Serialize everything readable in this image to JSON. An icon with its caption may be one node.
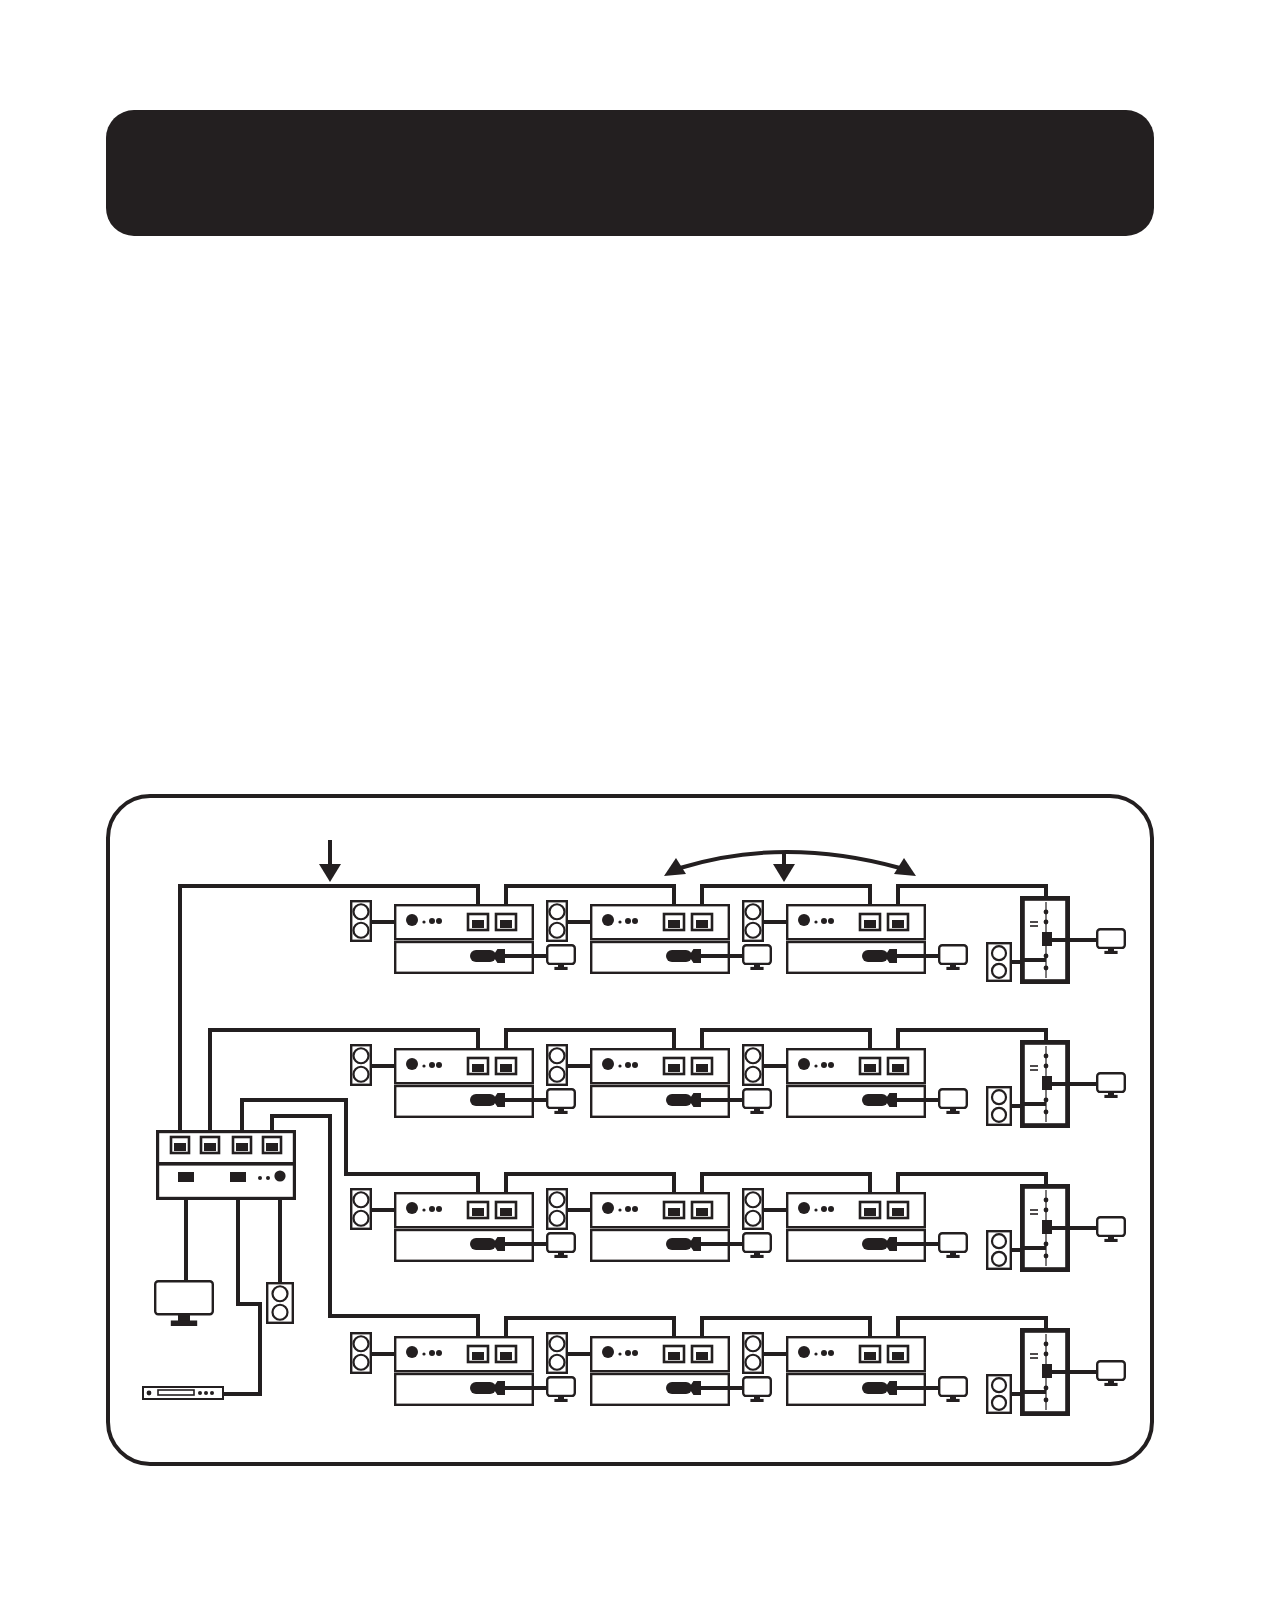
{
  "diagram": {
    "nodes": [
      {
        "text": [],
        "shape": "bar"
      },
      {
        "text": [],
        "shape": "box"
      },
      {
        "text": [],
        "shape": "box",
        "in": 1
      },
      {
        "text": [],
        "shape": "monitor",
        "in": 1
      },
      {
        "text": [],
        "shape": "box",
        "in": 1
      },
      {
        "text": [],
        "shape": "outlet",
        "in": 1
      },
      {
        "text": [],
        "shape": "outlet",
        "in": 1
      },
      {
        "text": [],
        "shape": "box",
        "in": 1
      },
      {
        "text": [],
        "shape": "monitor",
        "in": 1
      },
      {
        "text": [],
        "shape": "outlet",
        "in": 1
      },
      {
        "text": [],
        "shape": "box",
        "in": 1
      },
      {
        "text": [],
        "shape": "monitor",
        "in": 1
      },
      {
        "text": [],
        "shape": "outlet",
        "in": 1
      },
      {
        "text": [],
        "shape": "box",
        "in": 1
      },
      {
        "text": [],
        "shape": "monitor",
        "in": 1
      },
      {
        "text": [],
        "shape": "box",
        "in": 1
      },
      {
        "text": [],
        "shape": "outlet",
        "in": 1
      },
      {
        "text": [],
        "shape": "monitor",
        "in": 1
      },
      {
        "text": [],
        "shape": "outlet",
        "in": 1
      },
      {
        "text": [],
        "shape": "box",
        "in": 1
      },
      {
        "text": [],
        "shape": "monitor",
        "in": 1
      },
      {
        "text": [],
        "shape": "outlet",
        "in": 1
      },
      {
        "text": [],
        "shape": "box",
        "in": 1
      },
      {
        "text": [],
        "shape": "monitor",
        "in": 1
      },
      {
        "text": [],
        "shape": "outlet",
        "in": 1
      },
      {
        "text": [],
        "shape": "box",
        "in": 1
      },
      {
        "text": [],
        "shape": "monitor",
        "in": 1
      },
      {
        "text": [],
        "shape": "box",
        "in": 1
      },
      {
        "text": [],
        "shape": "outlet",
        "in": 1
      },
      {
        "text": [],
        "shape": "monitor",
        "in": 1
      },
      {
        "text": [],
        "shape": "outlet",
        "in": 1
      },
      {
        "text": [],
        "shape": "box",
        "in": 1
      },
      {
        "text": [],
        "shape": "monitor",
        "in": 1
      },
      {
        "text": [],
        "shape": "outlet",
        "in": 1
      },
      {
        "text": [],
        "shape": "box",
        "in": 1
      },
      {
        "text": [],
        "shape": "monitor",
        "in": 1
      },
      {
        "text": [],
        "shape": "outlet",
        "in": 1
      },
      {
        "text": [],
        "shape": "box",
        "in": 1
      },
      {
        "text": [],
        "shape": "monitor",
        "in": 1
      },
      {
        "text": [],
        "shape": "box",
        "in": 1
      },
      {
        "text": [],
        "shape": "outlet",
        "in": 1
      },
      {
        "text": [],
        "shape": "monitor",
        "in": 1
      },
      {
        "text": [],
        "shape": "outlet",
        "in": 1
      },
      {
        "text": [],
        "shape": "box",
        "in": 1
      },
      {
        "text": [],
        "shape": "monitor",
        "in": 1
      },
      {
        "text": [],
        "shape": "outlet",
        "in": 1
      },
      {
        "text": [],
        "shape": "box",
        "in": 1
      },
      {
        "text": [],
        "shape": "monitor",
        "in": 1
      },
      {
        "text": [],
        "shape": "outlet",
        "in": 1
      },
      {
        "text": [],
        "shape": "box",
        "in": 1
      },
      {
        "text": [],
        "shape": "monitor",
        "in": 1
      },
      {
        "text": [],
        "shape": "box",
        "in": 1
      },
      {
        "text": [],
        "shape": "outlet",
        "in": 1
      },
      {
        "text": [],
        "shape": "monitor",
        "in": 1
      }
    ],
    "edges": [
      {
        "from": 5,
        "to": 2,
        "arrow": "none"
      },
      {
        "from": 2,
        "to": 3,
        "arrow": "none"
      },
      {
        "from": 2,
        "to": 4,
        "arrow": "none"
      },
      {
        "from": 2,
        "to": 7,
        "arrow": "none"
      },
      {
        "from": 2,
        "to": 19,
        "arrow": "none"
      },
      {
        "from": 2,
        "to": 31,
        "arrow": "none"
      },
      {
        "from": 2,
        "to": 43,
        "arrow": "none"
      },
      {
        "from": 6,
        "to": 7,
        "arrow": "none"
      },
      {
        "from": 7,
        "to": 8,
        "arrow": "none"
      },
      {
        "from": 9,
        "to": 10,
        "arrow": "none"
      },
      {
        "from": 10,
        "to": 11,
        "arrow": "none"
      },
      {
        "from": 12,
        "to": 13,
        "arrow": "none"
      },
      {
        "from": 13,
        "to": 14,
        "arrow": "none"
      },
      {
        "from": 7,
        "to": 10,
        "arrow": "none"
      },
      {
        "from": 10,
        "to": 13,
        "arrow": "none"
      },
      {
        "from": 13,
        "to": 15,
        "arrow": "none"
      },
      {
        "from": 16,
        "to": 15,
        "arrow": "none"
      },
      {
        "from": 15,
        "to": 17,
        "arrow": "none"
      },
      {
        "from": 18,
        "to": 19,
        "arrow": "none"
      },
      {
        "from": 19,
        "to": 20,
        "arrow": "none"
      },
      {
        "from": 21,
        "to": 22,
        "arrow": "none"
      },
      {
        "from": 22,
        "to": 23,
        "arrow": "none"
      },
      {
        "from": 24,
        "to": 25,
        "arrow": "none"
      },
      {
        "from": 25,
        "to": 26,
        "arrow": "none"
      },
      {
        "from": 19,
        "to": 22,
        "arrow": "none"
      },
      {
        "from": 22,
        "to": 25,
        "arrow": "none"
      },
      {
        "from": 25,
        "to": 27,
        "arrow": "none"
      },
      {
        "from": 28,
        "to": 27,
        "arrow": "none"
      },
      {
        "from": 27,
        "to": 29,
        "arrow": "none"
      },
      {
        "from": 30,
        "to": 31,
        "arrow": "none"
      },
      {
        "from": 31,
        "to": 32,
        "arrow": "none"
      },
      {
        "from": 33,
        "to": 34,
        "arrow": "none"
      },
      {
        "from": 34,
        "to": 35,
        "arrow": "none"
      },
      {
        "from": 36,
        "to": 37,
        "arrow": "none"
      },
      {
        "from": 37,
        "to": 38,
        "arrow": "none"
      },
      {
        "from": 31,
        "to": 34,
        "arrow": "none"
      },
      {
        "from": 34,
        "to": 37,
        "arrow": "none"
      },
      {
        "from": 37,
        "to": 39,
        "arrow": "none"
      },
      {
        "from": 40,
        "to": 39,
        "arrow": "none"
      },
      {
        "from": 39,
        "to": 41,
        "arrow": "none"
      },
      {
        "from": 42,
        "to": 43,
        "arrow": "none"
      },
      {
        "from": 43,
        "to": 44,
        "arrow": "none"
      },
      {
        "from": 45,
        "to": 46,
        "arrow": "none"
      },
      {
        "from": 46,
        "to": 47,
        "arrow": "none"
      },
      {
        "from": 48,
        "to": 49,
        "arrow": "none"
      },
      {
        "from": 49,
        "to": 50,
        "arrow": "none"
      },
      {
        "from": 43,
        "to": 46,
        "arrow": "none"
      },
      {
        "from": 46,
        "to": 49,
        "arrow": "none"
      },
      {
        "from": 49,
        "to": 51,
        "arrow": "none"
      },
      {
        "from": 52,
        "to": 51,
        "arrow": "none"
      },
      {
        "from": 51,
        "to": 53,
        "arrow": "none"
      }
    ]
  }
}
